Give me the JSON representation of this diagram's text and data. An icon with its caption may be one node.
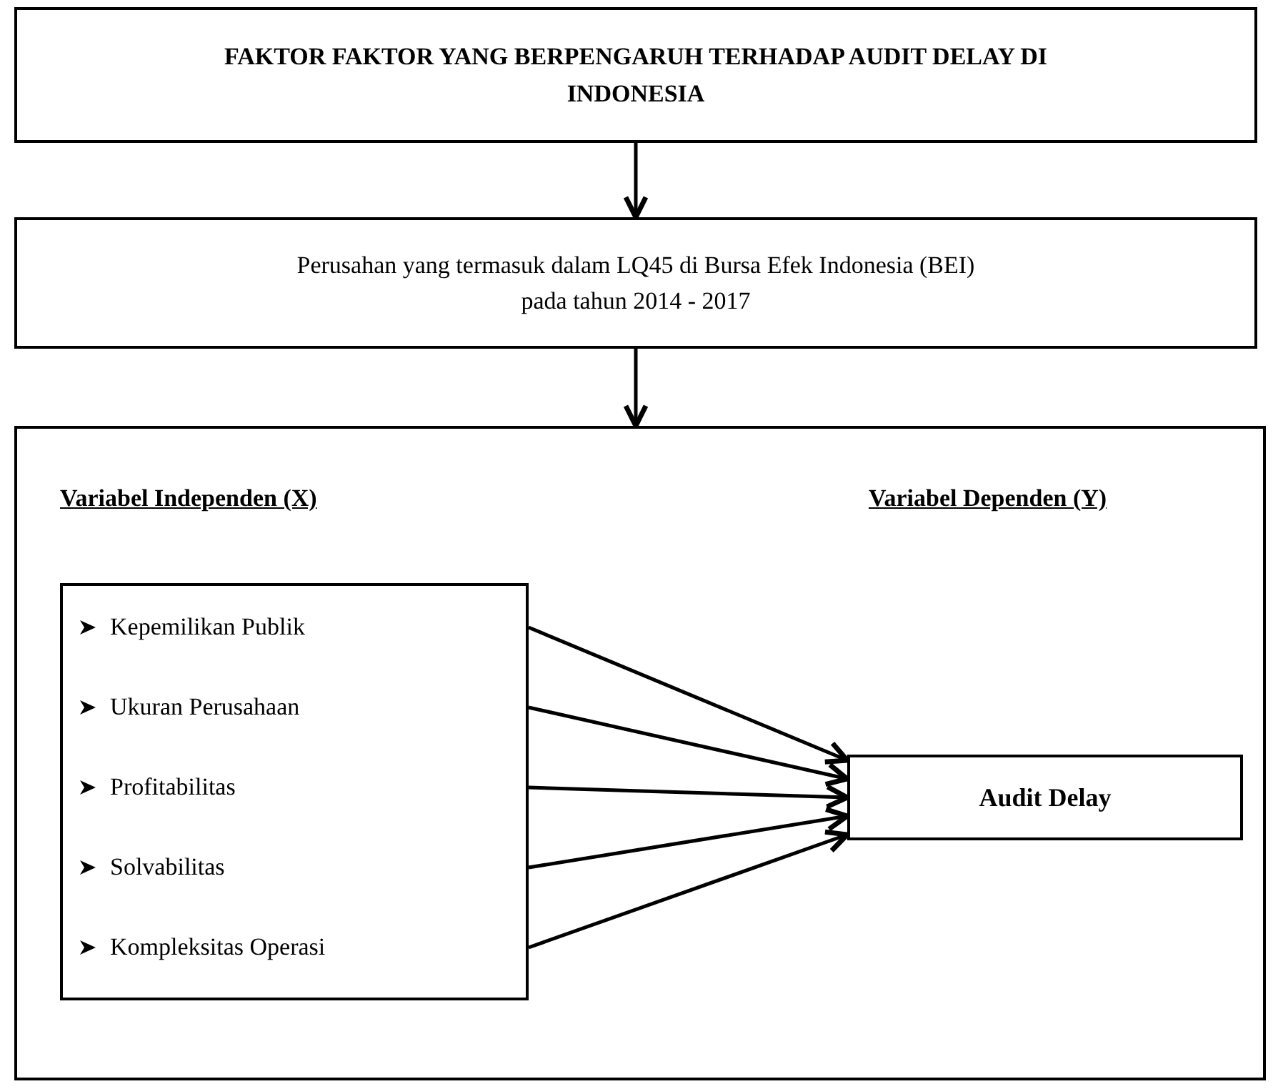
{
  "diagram": {
    "nodes": [
      {
        "text": [
          "FAKTOR FAKTOR YANG BERPENGARUH TERHADAP AUDIT DELAY DI INDONESIA"
        ]
      },
      {
        "text": [
          "Perusahan yang termasuk dalam LQ45 di Bursa Efek Indonesia (BEI) pada tahun 2014 - 2017"
        ]
      },
      {
        "text": [
          "Variabel Independen (X)",
          "Variabel Dependen (Y)"
        ]
      },
      {
        "text": [
          "Kepemilikan Publik",
          "Ukuran Perusahaan",
          "Profitabilitas",
          "Solvabilitas",
          "Kompleksitas Operasi"
        ],
        "in": 2
      },
      {
        "text": [
          "Audit Delay"
        ],
        "in": 2
      }
    ],
    "edges": [
      {
        "from": 0,
        "to": 1,
        "arrow": "to"
      },
      {
        "from": 1,
        "to": 2,
        "arrow": "to"
      },
      {
        "from": 3,
        "to": 4,
        "arrow": "to"
      },
      {
        "from": 3,
        "to": 4,
        "arrow": "to"
      },
      {
        "from": 3,
        "to": 4,
        "arrow": "to"
      },
      {
        "from": 3,
        "to": 4,
        "arrow": "to"
      },
      {
        "from": 3,
        "to": 4,
        "arrow": "to"
      }
    ]
  }
}
